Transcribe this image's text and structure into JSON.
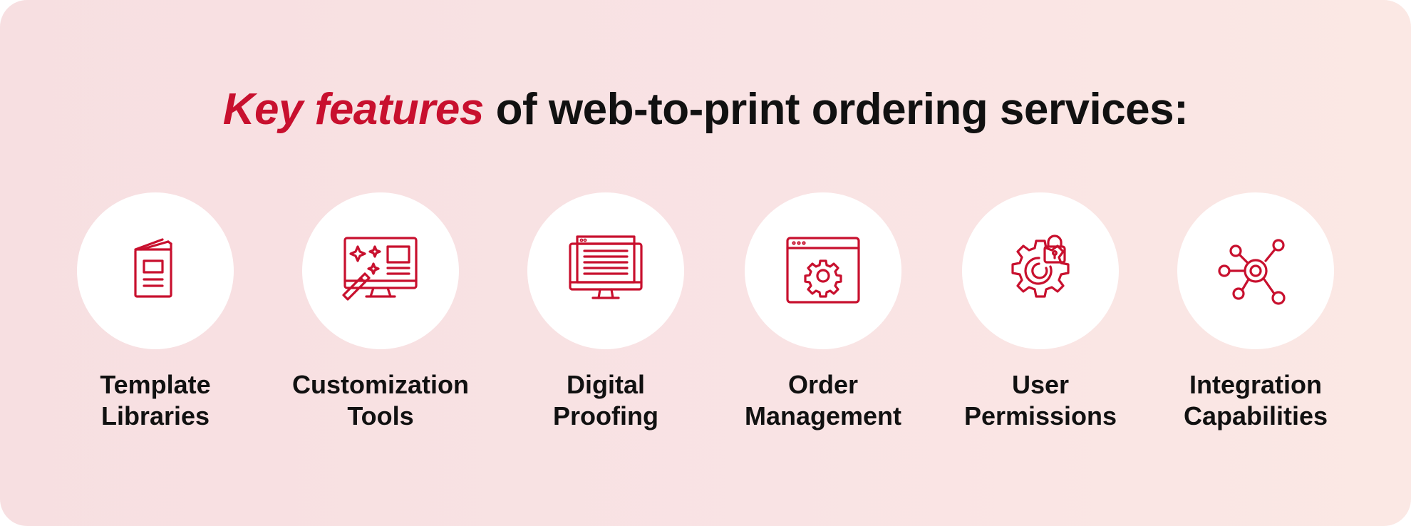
{
  "header": {
    "title_accent": "Key features",
    "title_rest": " of web-to-print ordering services:"
  },
  "colors": {
    "accent": "#c8102e",
    "background": "#f8e1e2",
    "circle": "#ffffff",
    "text": "#111111"
  },
  "features": [
    {
      "icon": "book-icon",
      "label_line1": "Template",
      "label_line2": "Libraries"
    },
    {
      "icon": "monitor-magic-wand-icon",
      "label_line1": "Customization",
      "label_line2": "Tools"
    },
    {
      "icon": "monitor-document-icon",
      "label_line1": "Digital",
      "label_line2": "Proofing"
    },
    {
      "icon": "browser-gear-icon",
      "label_line1": "Order",
      "label_line2": "Management"
    },
    {
      "icon": "gear-lock-icon",
      "label_line1": "User",
      "label_line2": "Permissions"
    },
    {
      "icon": "network-hub-icon",
      "label_line1": "Integration",
      "label_line2": "Capabilities"
    }
  ]
}
